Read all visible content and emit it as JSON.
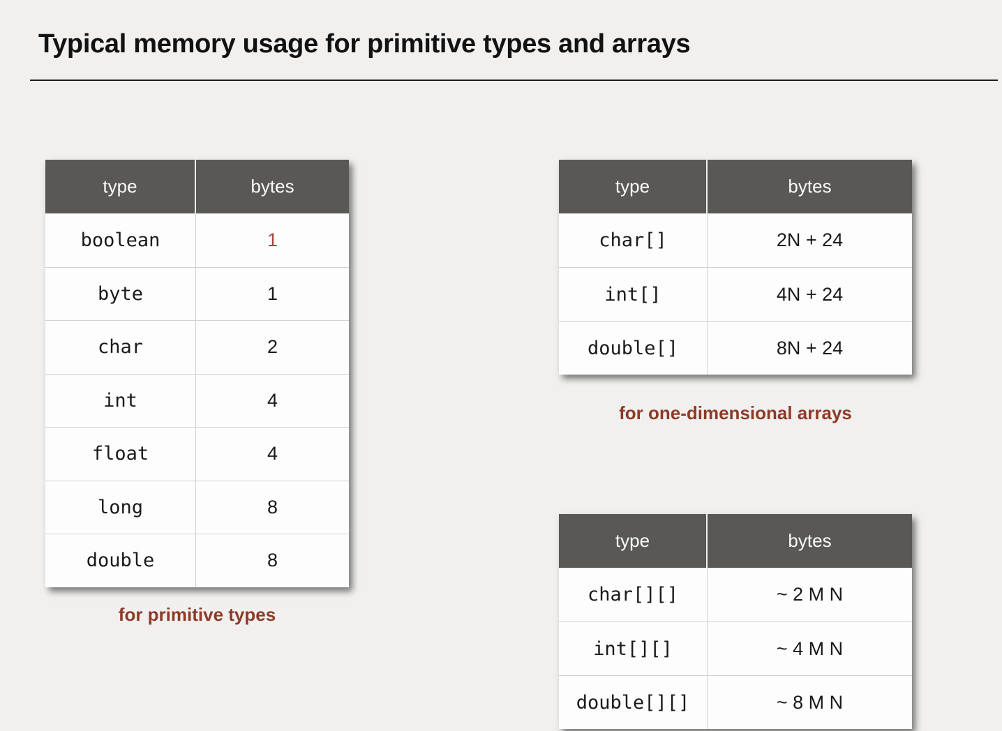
{
  "page": {
    "title": "Typical memory usage for primitive types and arrays",
    "background": "#f1f0ef"
  },
  "colors": {
    "header_bg": "#595857",
    "header_text": "#fafafa",
    "accent_red": "#8e3a28",
    "highlight_value": "#a5443a"
  },
  "tables": {
    "primitives": {
      "headers": [
        "type",
        "bytes"
      ],
      "rows": [
        {
          "type": "boolean",
          "bytes": "1"
        },
        {
          "type": "byte",
          "bytes": "1"
        },
        {
          "type": "char",
          "bytes": "2"
        },
        {
          "type": "int",
          "bytes": "4"
        },
        {
          "type": "float",
          "bytes": "4"
        },
        {
          "type": "long",
          "bytes": "8"
        },
        {
          "type": "double",
          "bytes": "8"
        }
      ],
      "caption": "for primitive types"
    },
    "one_dim_arrays": {
      "headers": [
        "type",
        "bytes"
      ],
      "rows": [
        {
          "type": "char[]",
          "bytes": "2N + 24"
        },
        {
          "type": "int[]",
          "bytes": "4N + 24"
        },
        {
          "type": "double[]",
          "bytes": "8N + 24"
        }
      ],
      "caption": "for one-dimensional arrays"
    },
    "two_dim_arrays": {
      "headers": [
        "type",
        "bytes"
      ],
      "rows": [
        {
          "type": "char[][]",
          "bytes": "~ 2 M N"
        },
        {
          "type": "int[][]",
          "bytes": "~ 4 M N"
        },
        {
          "type": "double[][]",
          "bytes": "~ 8 M N"
        }
      ]
    }
  }
}
